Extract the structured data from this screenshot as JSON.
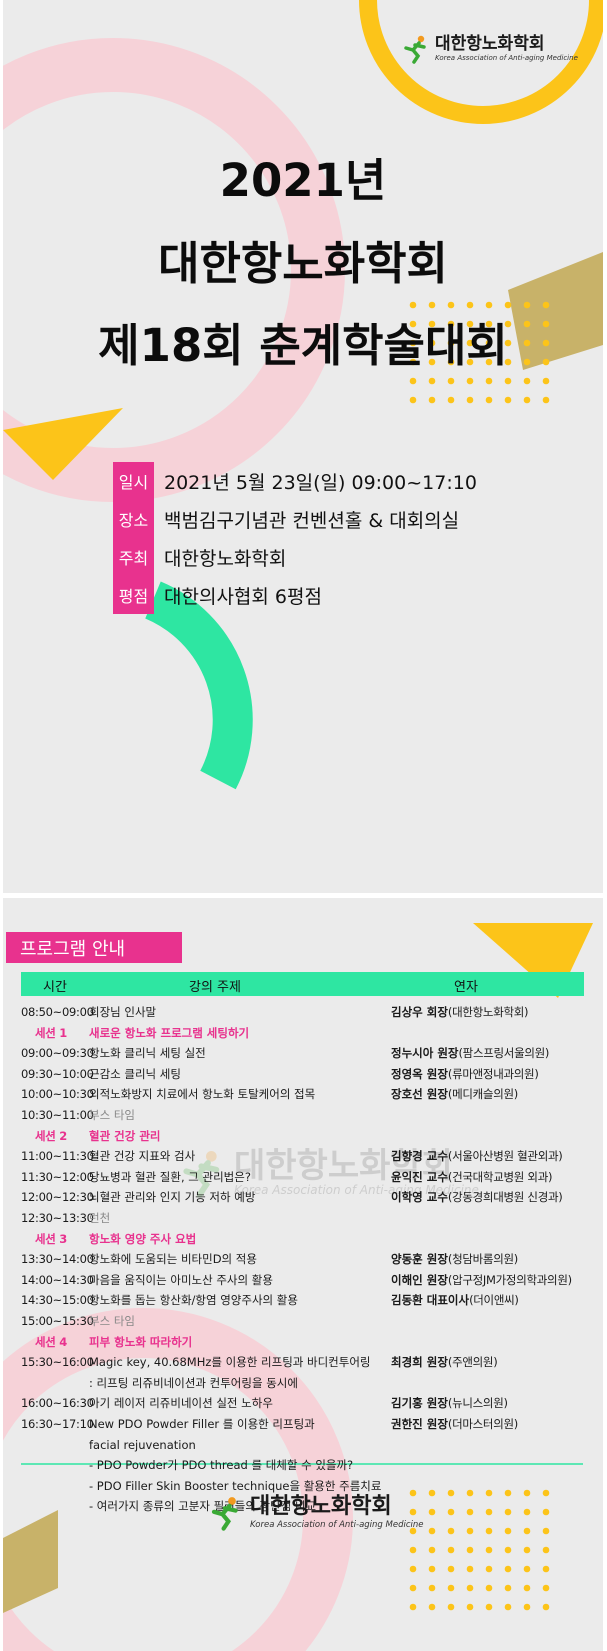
{
  "header": {
    "logo": {
      "name_ko": "대한항노화학회",
      "name_en": "Korea Association of Anti-aging Medicine"
    },
    "title_lines": [
      "2021년",
      "대한항노화학회",
      "제18회 춘계학술대회"
    ]
  },
  "info": [
    {
      "label": "일시",
      "value": "2021년 5월 23일(일) 09:00~17:10"
    },
    {
      "label": "장소",
      "value": "백범김구기념관 컨벤션홀 & 대회의실"
    },
    {
      "label": "주최",
      "value": "대한항노화학회"
    },
    {
      "label": "평점",
      "value": "대한의사협회 6평점"
    }
  ],
  "program": {
    "heading": "프로그램 안내",
    "columns": {
      "time": "시간",
      "topic": "강의 주제",
      "speaker": "연자"
    },
    "rows": [
      {
        "time": "08:50~09:00",
        "topic": "회장님 인사말",
        "speaker": "김상우 회장",
        "affiliation": "(대한항노화학회)"
      },
      {
        "time": "세션 1",
        "topic": "새로운 항노화 프로그램 세팅하기",
        "speaker": "",
        "affiliation": ""
      },
      {
        "time": "09:00~09:30",
        "topic": "항노화 클리닉 세팅 실전",
        "speaker": "정누시아 원장",
        "affiliation": "(팜스프링서울의원)"
      },
      {
        "time": "09:30~10:00",
        "topic": "근감소 클리닉 세팅",
        "speaker": "정영옥 원장",
        "affiliation": "(류마앤정내과의원)"
      },
      {
        "time": "10:00~10:30",
        "topic": "외적노화방지 치료에서 항노화 토탈케어의 접목",
        "speaker": "장호선 원장",
        "affiliation": "(메디캐슬의원)"
      },
      {
        "time": "10:30~11:00",
        "topic": "부스 타임",
        "speaker": "",
        "affiliation": ""
      },
      {
        "time": "세션 2",
        "topic": "혈관 건강 관리",
        "speaker": "",
        "affiliation": ""
      },
      {
        "time": "11:00~11:30",
        "topic": "혈관 건강 지표와 검사",
        "speaker": "김향경 교수",
        "affiliation": "(서울아산병원 혈관외과)"
      },
      {
        "time": "11:30~12:00",
        "topic": "당뇨병과 혈관 질환, 그 관리법은?",
        "speaker": "윤익진 교수",
        "affiliation": "(건국대학교병원 외과)"
      },
      {
        "time": "12:00~12:30",
        "topic": "뇌혈관 관리와 인지 기능 저하 예방",
        "speaker": "이학영 교수",
        "affiliation": "(강동경희대병원 신경과)"
      },
      {
        "time": "12:30~13:30",
        "topic": "런천",
        "speaker": "",
        "affiliation": ""
      },
      {
        "time": "세션 3",
        "topic": "항노화 영양 주사 요법",
        "speaker": "",
        "affiliation": ""
      },
      {
        "time": "13:30~14:00",
        "topic": "항노화에 도움되는 비타민D의 적용",
        "speaker": "양동훈 원장",
        "affiliation": "(청담바롬의원)"
      },
      {
        "time": "14:00~14:30",
        "topic": "마음을 움직이는 아미노산 주사의 활용",
        "speaker": "이해인 원장",
        "affiliation": "(압구정JM가정의학과의원)"
      },
      {
        "time": "14:30~15:00",
        "topic": "항노화를 돕는 항산화/항염 영양주사의 활용",
        "speaker": "김동환 대표이사",
        "affiliation": "(더이앤씨)"
      },
      {
        "time": "15:00~15:30",
        "topic": "부스 타임",
        "speaker": "",
        "affiliation": ""
      },
      {
        "time": "세션 4",
        "topic": "피부 항노화 따라하기",
        "speaker": "",
        "affiliation": ""
      },
      {
        "time": "15:30~16:00",
        "topic": "Magic key, 40.68MHz를 이용한 리프팅과 바디컨투어링",
        "speaker": "최경희 원장",
        "affiliation": "(주앤의원)"
      },
      {
        "time": "",
        "topic": ": 리프팅  리쥬비네이션과  컨투어링을 동시에",
        "speaker": "",
        "affiliation": ""
      },
      {
        "time": "16:00~16:30",
        "topic": "아기 레이저 리쥬비네이션 실전 노하우",
        "speaker": "김기홍 원장",
        "affiliation": "(뉴니스의원)"
      },
      {
        "time": "16:30~17:10",
        "topic": "New PDO Powder Filler 를 이용한 리프팅과",
        "speaker": "권한진 원장",
        "affiliation": "(더마스터의원)"
      },
      {
        "time": "",
        "topic": "facial rejuvenation",
        "speaker": "",
        "affiliation": ""
      },
      {
        "time": "",
        "topic": "- PDO Powder가 PDO thread 를 대체할 수 있을까?",
        "speaker": "",
        "affiliation": ""
      },
      {
        "time": "",
        "topic": "- PDO Filler Skin Booster technique을 활용한 주름치료",
        "speaker": "",
        "affiliation": ""
      },
      {
        "time": "",
        "topic": "- 여러가지 종류의 고분자 필러들의 장단점 비교",
        "speaker": "",
        "affiliation": ""
      }
    ]
  },
  "footer": {
    "logo": {
      "name_ko": "대한항노화학회",
      "name_en": "Korea Association of Anti-aging Medicine"
    },
    "watermark": {
      "name_ko": "대한항노화학회",
      "name_en": "Korea Association of Anti-aging Medicine"
    }
  },
  "colors": {
    "pink": "#e8328e",
    "mint": "#2ee6a2",
    "yellow": "#fcc419",
    "olive": "#c8b269",
    "ring_pink": "#f6d2d8",
    "bg": "#ebebeb"
  }
}
